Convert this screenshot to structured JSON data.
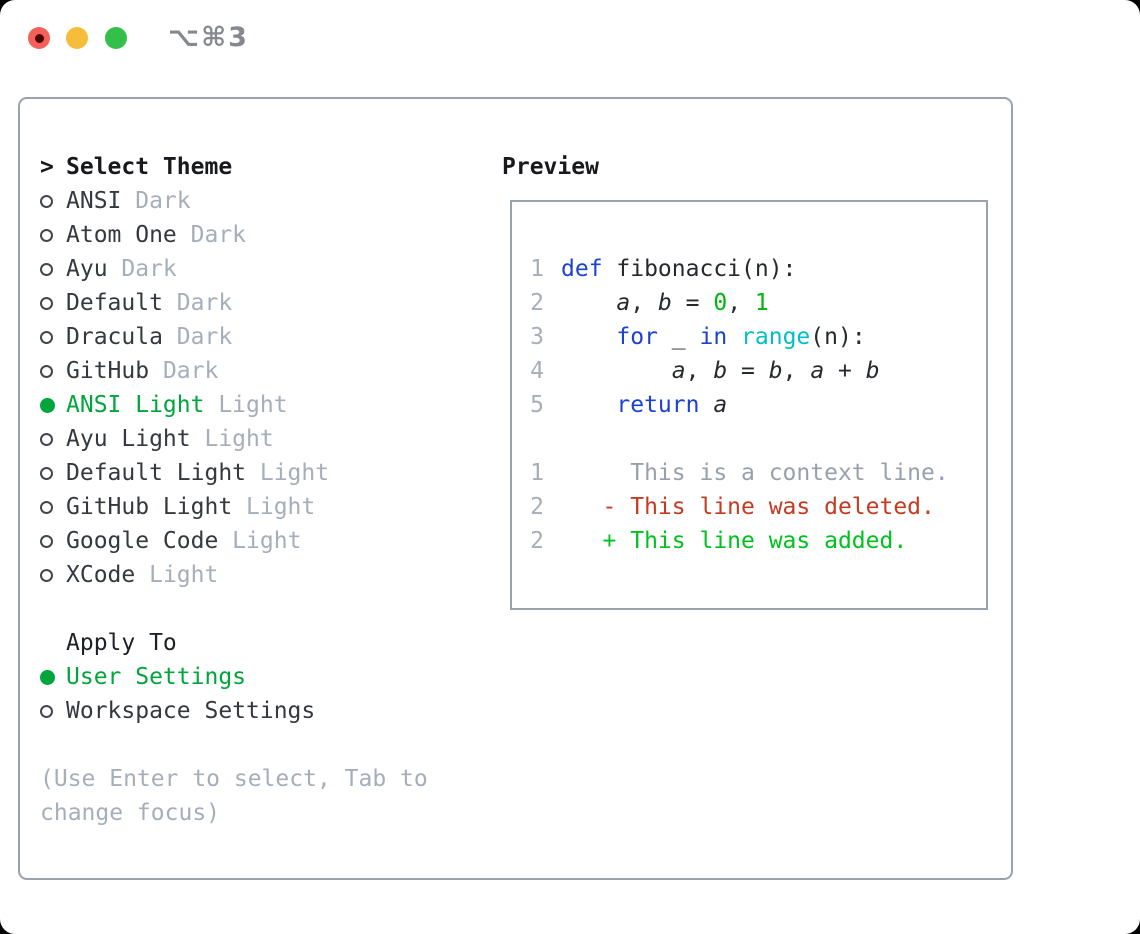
{
  "window": {
    "title": "⌥⌘3"
  },
  "titlebar_buttons": {
    "close": "close-button",
    "minimize": "minimize-button",
    "zoom": "zoom-button"
  },
  "colors": {
    "accent_green": "#00a53c",
    "diff_added": "#00c21f",
    "diff_removed": "#c63a20",
    "keyword_blue": "#1c41d3",
    "builtin_cyan": "#00bfc5",
    "number_green": "#00b50d",
    "context_gray": "#98a1ab",
    "heading_dark": "#17191d",
    "text_dark": "#34383f",
    "muted_gray": "#a6aeba",
    "border_gray": "#9aa2ad",
    "traffic_red": "#f4615a",
    "traffic_red_dot": "#4d0603",
    "traffic_yellow": "#f6bd3a",
    "traffic_green": "#33c04a",
    "title_gray": "#85898f"
  },
  "theme_selector": {
    "prompt": ">",
    "label": "Select Theme",
    "themes": [
      {
        "name": "ANSI",
        "variant": "Dark",
        "selected": false
      },
      {
        "name": "Atom One",
        "variant": "Dark",
        "selected": false
      },
      {
        "name": "Ayu",
        "variant": "Dark",
        "selected": false
      },
      {
        "name": "Default",
        "variant": "Dark",
        "selected": false
      },
      {
        "name": "Dracula",
        "variant": "Dark",
        "selected": false
      },
      {
        "name": "GitHub",
        "variant": "Dark",
        "selected": false
      },
      {
        "name": "ANSI Light",
        "variant": "Light",
        "selected": true
      },
      {
        "name": "Ayu Light",
        "variant": "Light",
        "selected": false
      },
      {
        "name": "Default Light",
        "variant": "Light",
        "selected": false
      },
      {
        "name": "GitHub Light",
        "variant": "Light",
        "selected": false
      },
      {
        "name": "Google Code",
        "variant": "Light",
        "selected": false
      },
      {
        "name": "XCode",
        "variant": "Light",
        "selected": false
      }
    ]
  },
  "apply_to": {
    "label": "Apply To",
    "options": [
      {
        "name": "User Settings",
        "selected": true
      },
      {
        "name": "Workspace Settings",
        "selected": false
      }
    ]
  },
  "hint": "(Use Enter to select, Tab to change focus)",
  "preview": {
    "label": "Preview",
    "lines": [
      {
        "num": "1",
        "segments": [
          {
            "text": "def",
            "color": "keyword"
          },
          {
            "text": " fibonacci(n):",
            "color": "plain"
          }
        ]
      },
      {
        "num": "2",
        "segments": [
          {
            "text": "    ",
            "color": "plain"
          },
          {
            "text": "a",
            "color": "var"
          },
          {
            "text": ", ",
            "color": "plain"
          },
          {
            "text": "b",
            "color": "var"
          },
          {
            "text": " = ",
            "color": "plain"
          },
          {
            "text": "0",
            "color": "number"
          },
          {
            "text": ", ",
            "color": "plain"
          },
          {
            "text": "1",
            "color": "number"
          }
        ]
      },
      {
        "num": "3",
        "segments": [
          {
            "text": "    ",
            "color": "plain"
          },
          {
            "text": "for",
            "color": "keyword"
          },
          {
            "text": " _ ",
            "color": "plain"
          },
          {
            "text": "in",
            "color": "keyword"
          },
          {
            "text": " ",
            "color": "plain"
          },
          {
            "text": "range",
            "color": "builtin"
          },
          {
            "text": "(n):",
            "color": "plain"
          }
        ]
      },
      {
        "num": "4",
        "segments": [
          {
            "text": "        ",
            "color": "plain"
          },
          {
            "text": "a",
            "color": "var"
          },
          {
            "text": ", ",
            "color": "plain"
          },
          {
            "text": "b",
            "color": "var"
          },
          {
            "text": " = ",
            "color": "plain"
          },
          {
            "text": "b",
            "color": "var"
          },
          {
            "text": ", ",
            "color": "plain"
          },
          {
            "text": "a",
            "color": "var"
          },
          {
            "text": " + ",
            "color": "plain"
          },
          {
            "text": "b",
            "color": "var"
          }
        ]
      },
      {
        "num": "5",
        "segments": [
          {
            "text": "    ",
            "color": "plain"
          },
          {
            "text": "return",
            "color": "keyword"
          },
          {
            "text": " ",
            "color": "plain"
          },
          {
            "text": "a",
            "color": "var"
          }
        ]
      },
      {
        "num": "",
        "segments": []
      },
      {
        "num": "1",
        "segments": [
          {
            "text": "     This is a context line.",
            "color": "context"
          }
        ]
      },
      {
        "num": "2",
        "segments": [
          {
            "text": "   - This line was deleted.",
            "color": "removed"
          }
        ]
      },
      {
        "num": "2",
        "segments": [
          {
            "text": "   + This line was added.",
            "color": "added"
          }
        ]
      }
    ]
  }
}
